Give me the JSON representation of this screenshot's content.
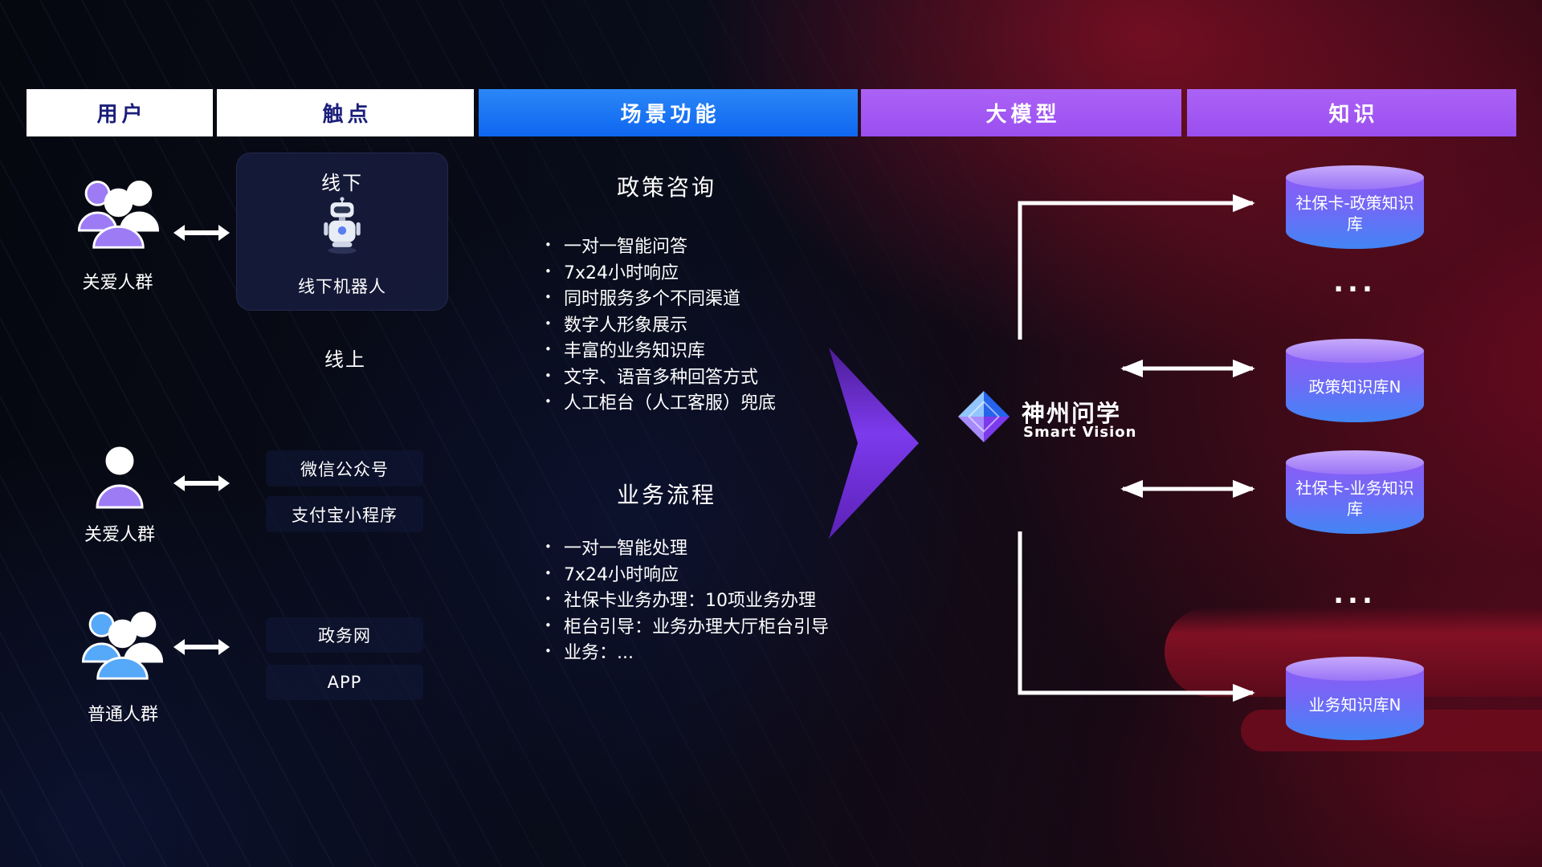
{
  "bullet": "•",
  "header": {
    "columns": [
      {
        "label": "用户"
      },
      {
        "label": "触点"
      },
      {
        "label": "场景功能"
      },
      {
        "label": "大模型"
      },
      {
        "label": "知识"
      }
    ]
  },
  "users": [
    {
      "label": "关爱人群"
    },
    {
      "label": "关爱人群"
    },
    {
      "label": "普通人群"
    }
  ],
  "touchpoints": {
    "offline_title": "线下",
    "offline_caption": "线下机器人",
    "online_label": "线上",
    "wechat": "微信公众号",
    "alipay": "支付宝小程序",
    "gov": "政务网",
    "app": "APP"
  },
  "scene": {
    "sections": [
      {
        "title": "政策咨询",
        "items": [
          "一对一智能问答",
          "7x24小时响应",
          "同时服务多个不同渠道",
          "数字人形象展示",
          "丰富的业务知识库",
          "文字、语音多种回答方式",
          "人工柜台（人工客服）兜底"
        ]
      },
      {
        "title": "业务流程",
        "items": [
          "一对一智能处理",
          "7x24小时响应",
          "社保卡业务办理：10项业务办理",
          "柜台引导：业务办理大厅柜台引导",
          "业务：..."
        ]
      }
    ]
  },
  "model": {
    "name": "神州问学",
    "subtitle": "Smart Vision"
  },
  "knowledge": {
    "ellipsis": "...",
    "databases": [
      {
        "label": "社保卡-政策知识库"
      },
      {
        "label": "政策知识库N"
      },
      {
        "label": "社保卡-业务知识库"
      },
      {
        "label": "业务知识库N"
      }
    ]
  },
  "colors": {
    "header_blue": "#1472f5",
    "header_purple": "#a45cf3",
    "user_purple": "#9d7bf5",
    "user_blue": "#56a8f8",
    "db_purple": "#8b5cf6",
    "db_blue": "#4285f5",
    "flow_arrow_purple": "#6d28d9",
    "connector_white": "#ffffff"
  }
}
